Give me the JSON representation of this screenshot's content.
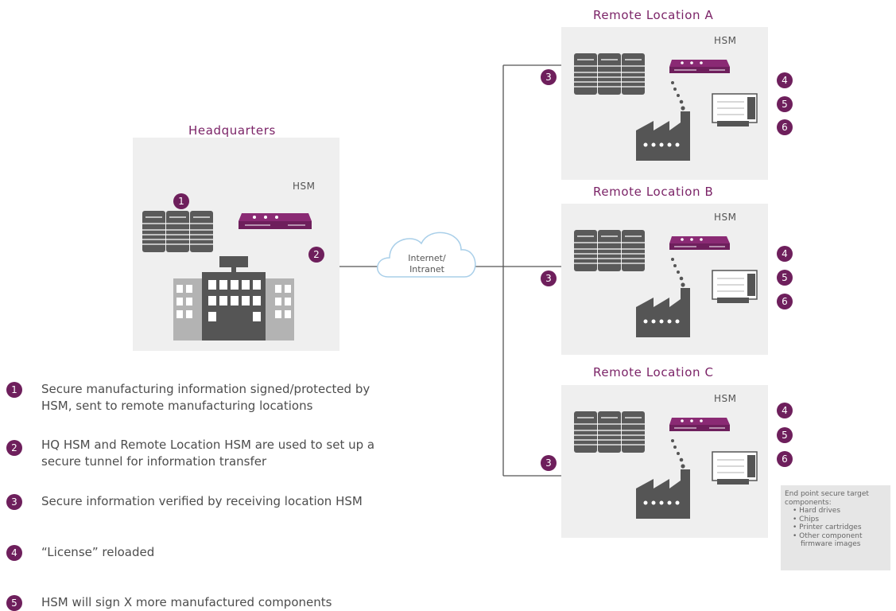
{
  "headquarters": {
    "title": "Headquarters",
    "hsm_label": "HSM",
    "badges": [
      "1",
      "2"
    ]
  },
  "cloud": {
    "label_line1": "Internet/",
    "label_line2": "Intranet"
  },
  "remote_locations": [
    {
      "title": "Remote Location A",
      "hsm_label": "HSM",
      "badges": [
        "3",
        "4",
        "5",
        "6"
      ]
    },
    {
      "title": "Remote Location B",
      "hsm_label": "HSM",
      "badges": [
        "3",
        "4",
        "5",
        "6"
      ]
    },
    {
      "title": "Remote Location C",
      "hsm_label": "HSM",
      "badges": [
        "3",
        "4",
        "5",
        "6"
      ]
    }
  ],
  "legend": [
    {
      "num": "1",
      "text_line1": "Secure manufacturing information signed/protected by",
      "text_line2": "HSM, sent to remote manufacturing locations"
    },
    {
      "num": "2",
      "text_line1": "HQ HSM and Remote Location HSM are used to set up a",
      "text_line2": "secure tunnel for information transfer"
    },
    {
      "num": "3",
      "text_line1": "Secure information verified by receiving location HSM",
      "text_line2": ""
    },
    {
      "num": "4",
      "text_line1": "“License” reloaded",
      "text_line2": ""
    },
    {
      "num": "5",
      "text_line1": "HSM will sign X more manufactured components",
      "text_line2": ""
    }
  ],
  "note": {
    "heading_line1": "End point secure target",
    "heading_line2": "components:",
    "items": [
      "• Hard drives",
      "• Chips",
      "• Printer cartridges",
      "• Other component",
      "firmware images"
    ]
  },
  "colors": {
    "accent": "#6e1f5c",
    "panel": "#efefef",
    "icon": "#555555"
  }
}
